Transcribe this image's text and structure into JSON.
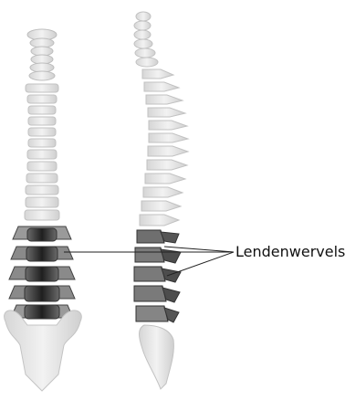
{
  "annotation": {
    "label": "Lendenwervels"
  },
  "figure": {
    "subject": "spine-front-and-side-view",
    "highlighted_region": "lumbar-vertebrae",
    "colors": {
      "bone_light": "#e3e3e3",
      "bone_outline": "#bdbdbd",
      "lumbar_dark": "#3a3a3a",
      "lumbar_mid": "#8c8c8c",
      "leader_line": "#222222"
    }
  }
}
